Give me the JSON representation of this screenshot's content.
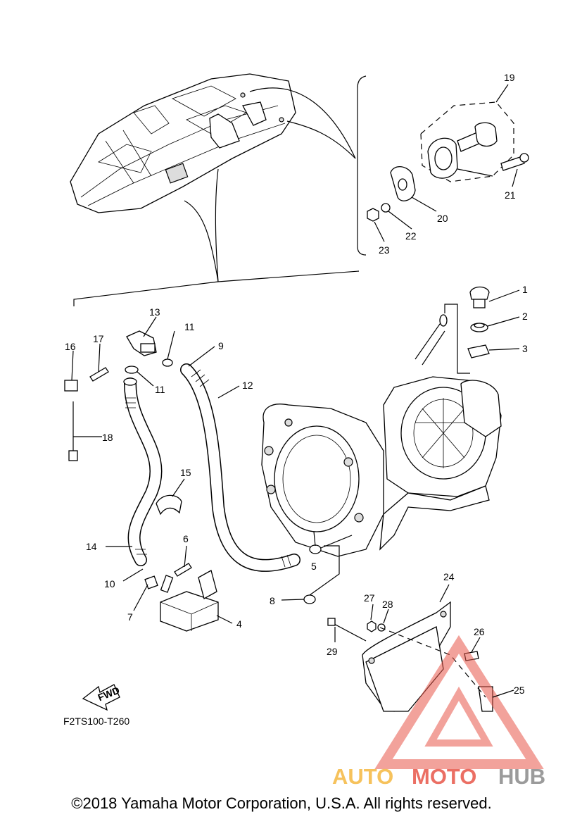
{
  "diagram": {
    "code": "F2TS100-T260",
    "fwd_label": "FWD",
    "callouts": [
      "1",
      "2",
      "3",
      "4",
      "5",
      "6",
      "7",
      "8",
      "9",
      "10",
      "11",
      "11",
      "12",
      "13",
      "14",
      "15",
      "16",
      "17",
      "18",
      "19",
      "20",
      "21",
      "22",
      "23",
      "24",
      "25",
      "26",
      "27",
      "28",
      "29"
    ]
  },
  "watermark": {
    "auto": "AUTO",
    "moto": "MOTO",
    "hub": "HUB",
    "colors": {
      "auto": "#f5b840",
      "moto": "#e8574a",
      "hub": "#8a8a8a"
    }
  },
  "copyright": "©2018 Yamaha Motor Corporation, U.S.A. All rights reserved."
}
